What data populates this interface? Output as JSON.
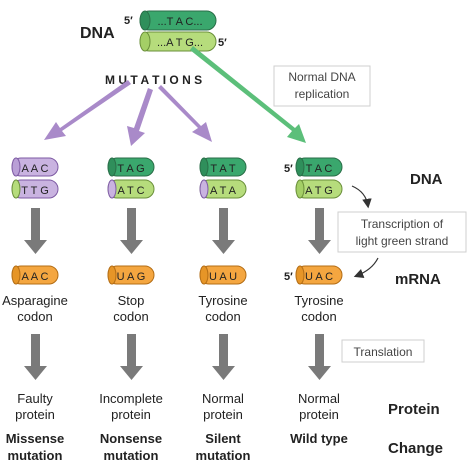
{
  "top": {
    "dna_label": "DNA",
    "prime5_top": "5′",
    "prime5_bottom": "5′",
    "strand_top": "...T A C...",
    "strand_bottom": "...A T G..."
  },
  "mutations_label": "M U T A T I O N S",
  "normal_replication": [
    "Normal DNA",
    "replication"
  ],
  "columns": [
    {
      "dna_top": "A A C",
      "dna_bottom": "T T G",
      "mrna": "A A C",
      "codon": [
        "Asparagine",
        "codon"
      ],
      "protein": [
        "Faulty",
        "protein"
      ],
      "change": [
        "Missense",
        "mutation"
      ]
    },
    {
      "dna_top": "T A G",
      "dna_bottom": "A T C",
      "mrna": "U A G",
      "codon": [
        "Stop",
        "codon"
      ],
      "protein": [
        "Incomplete",
        "protein"
      ],
      "change": [
        "Nonsense",
        "mutation"
      ]
    },
    {
      "dna_top": "T A T",
      "dna_bottom": "A T A",
      "mrna": "U A U",
      "codon": [
        "Tyrosine",
        "codon"
      ],
      "protein": [
        "Normal",
        "protein"
      ],
      "change": [
        "Silent",
        "mutation"
      ]
    },
    {
      "dna_top": "T A C",
      "dna_bottom": "A T G",
      "mrna": "U A C",
      "codon": [
        "Tyrosine",
        "codon"
      ],
      "protein": [
        "Normal",
        "protein"
      ],
      "change": [
        "Wild type"
      ],
      "prime5_dna": "5′",
      "prime5_mrna": "5′"
    }
  ],
  "transcription_label": [
    "Transcription of",
    "light green strand"
  ],
  "translation_label": "Translation",
  "row_labels": {
    "dna": "DNA",
    "mrna": "mRNA",
    "protein": "Protein",
    "change": "Change"
  },
  "colors": {
    "dark_green": "#3aa76d",
    "light_green": "#b6dc7c",
    "purple": "#b08fcf",
    "orange": "#f4a640",
    "gray_arrow": "#7a7a7a",
    "mutation_arrow": "#a98ac9",
    "replication_arrow": "#5cbf7a"
  }
}
